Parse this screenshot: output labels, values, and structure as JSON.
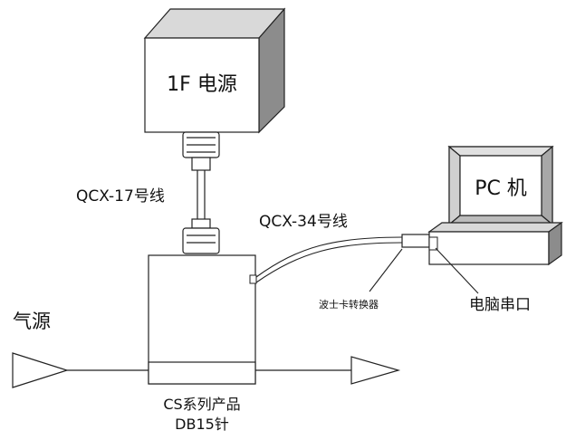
{
  "power_supply": {
    "label": "1F 电源"
  },
  "pc": {
    "label": "PC 机"
  },
  "cable_17": {
    "label": "QCX-17号线"
  },
  "cable_34": {
    "label": "QCX-34号线"
  },
  "converter": {
    "label": "波士卡转换器"
  },
  "serial_port": {
    "label": "电脑串口"
  },
  "gas_source": {
    "label": "气源"
  },
  "product": {
    "label_line1": "CS系列产品",
    "label_line2": "DB15针"
  },
  "colors": {
    "front": "#ffffff",
    "top": "#d9d9d9",
    "side": "#8c8c8c",
    "stroke": "#222222",
    "screen": "#ffffff",
    "bezel": "#d0d0d0"
  }
}
